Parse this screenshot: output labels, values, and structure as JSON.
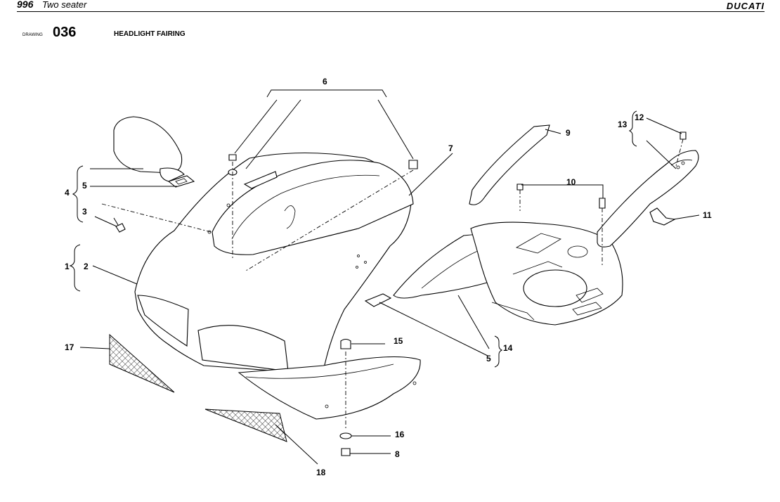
{
  "header": {
    "model": "996",
    "subtitle": "Two seater",
    "brand": "DUCATI"
  },
  "drawing": {
    "label": "DRAWING",
    "number": "036",
    "title": "HEADLIGHT FAIRING"
  },
  "callouts": {
    "c1": "1",
    "c2": "2",
    "c3": "3",
    "c4": "4",
    "c5a": "5",
    "c5b": "5",
    "c6": "6",
    "c7": "7",
    "c8": "8",
    "c9": "9",
    "c10": "10",
    "c11": "11",
    "c12": "12",
    "c13": "13",
    "c14": "14",
    "c15": "15",
    "c16": "16",
    "c17": "17",
    "c18": "18"
  }
}
